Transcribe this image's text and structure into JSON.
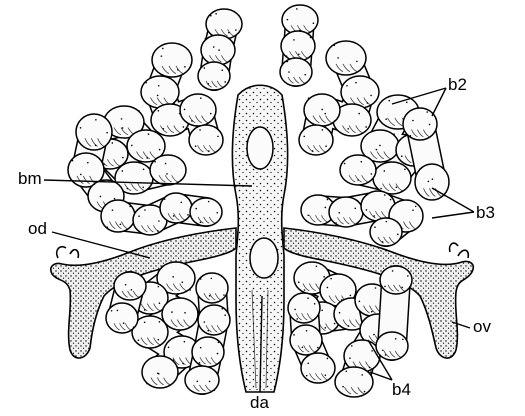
{
  "labels": {
    "b2": "b2",
    "bm": "bm",
    "b3": "b3",
    "od": "od",
    "ov": "ov",
    "da": "da",
    "b4": "b4"
  },
  "colors": {
    "ink": "#000000",
    "tissue": "#f7f7f7",
    "egg": "#fbfbfb",
    "background": "#ffffff"
  }
}
